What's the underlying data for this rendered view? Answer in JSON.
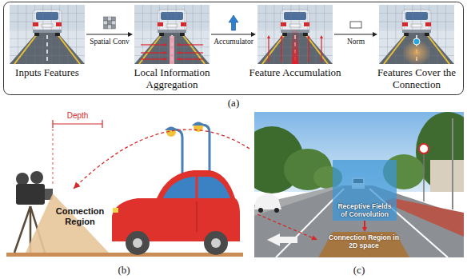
{
  "diagram": {
    "nodes": [
      {
        "text": [
          "Inputs Features"
        ]
      },
      {
        "text": [
          "Local Information Aggregation"
        ]
      },
      {
        "text": [
          "Feature Accumulation"
        ]
      },
      {
        "text": [
          "Features Cover the Connection"
        ]
      },
      {
        "text": [
          "Connection Region"
        ]
      },
      {
        "text": [
          "Receptive Fields of Convolution"
        ]
      },
      {
        "text": [
          "Connection Region in 2D space"
        ]
      }
    ],
    "edges": [
      {
        "from": 0,
        "to": 1,
        "arrow": "to",
        "label": "Spatial Conv"
      },
      {
        "from": 1,
        "to": 2,
        "arrow": "to",
        "label": "Accumulator"
      },
      {
        "from": 2,
        "to": 3,
        "arrow": "to",
        "label": "Norm"
      },
      {
        "from": 5,
        "to": 6,
        "arrow": "to"
      }
    ],
    "labels": [
      "Depth",
      "(a)",
      "(b)",
      "(c)"
    ]
  }
}
